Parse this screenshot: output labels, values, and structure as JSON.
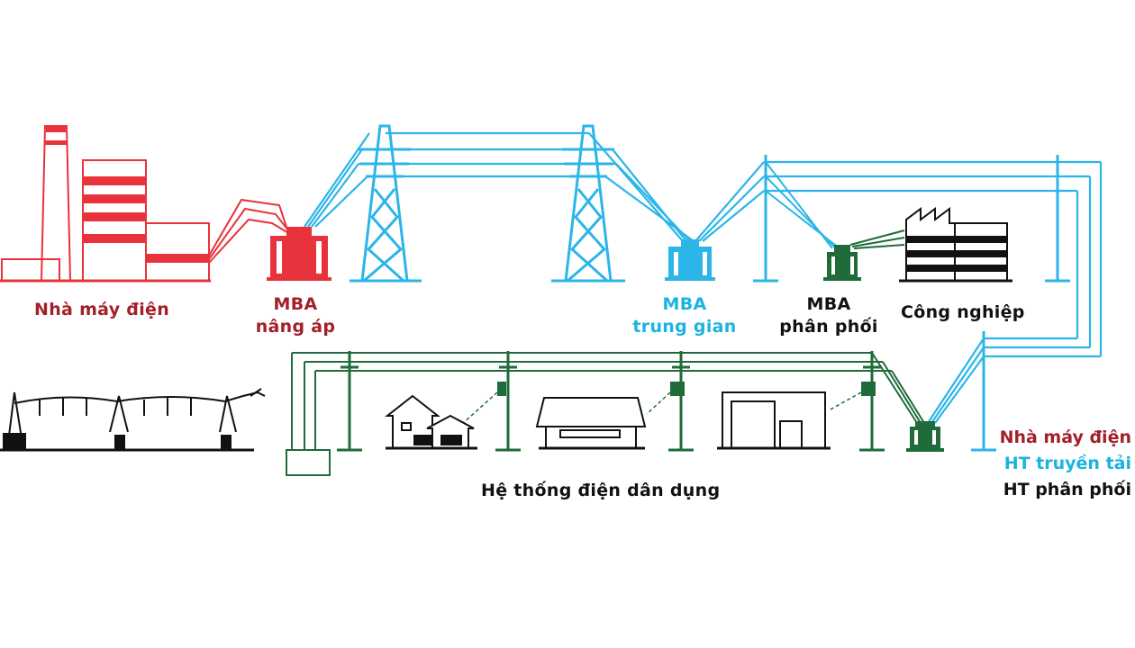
{
  "labels": {
    "power_plant": "Nhà máy điện",
    "step_up_line1": "MBA",
    "step_up_line2": "nâng áp",
    "intermediate_line1": "MBA",
    "intermediate_line2": "trung gian",
    "distribution_line1": "MBA",
    "distribution_line2": "phân phối",
    "industry": "Công nghiệp",
    "residential_system": "Hệ thống điện dân dụng"
  },
  "legend": {
    "generation": "Nhà máy điện",
    "transmission": "HT truyền tải",
    "distribution": "HT phân phối"
  },
  "colors": {
    "generation": "#e8323c",
    "transmission": "#2bb5e8",
    "distribution": "#1f6b3a",
    "black": "#111111"
  }
}
